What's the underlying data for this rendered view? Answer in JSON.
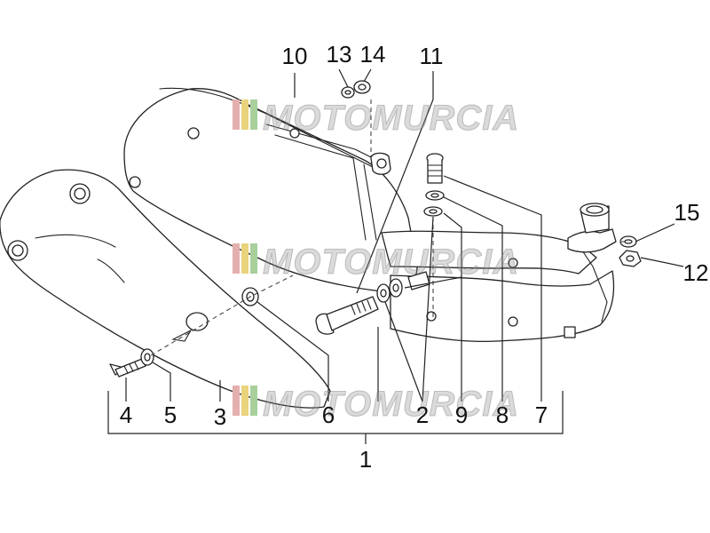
{
  "watermark": {
    "text": "MOTOMURCIA",
    "stripe_colors": [
      "#e3b0ae",
      "#e9d37c",
      "#a9cf9b"
    ]
  },
  "callouts": [
    {
      "id": "1",
      "label": "1"
    },
    {
      "id": "2",
      "label": "2"
    },
    {
      "id": "3",
      "label": "3"
    },
    {
      "id": "4",
      "label": "4"
    },
    {
      "id": "5",
      "label": "5"
    },
    {
      "id": "6",
      "label": "6"
    },
    {
      "id": "7",
      "label": "7"
    },
    {
      "id": "8",
      "label": "8"
    },
    {
      "id": "9",
      "label": "9"
    },
    {
      "id": "10",
      "label": "10"
    },
    {
      "id": "11",
      "label": "11"
    },
    {
      "id": "12",
      "label": "12"
    },
    {
      "id": "13",
      "label": "13"
    },
    {
      "id": "14",
      "label": "14"
    },
    {
      "id": "15",
      "label": "15"
    }
  ]
}
